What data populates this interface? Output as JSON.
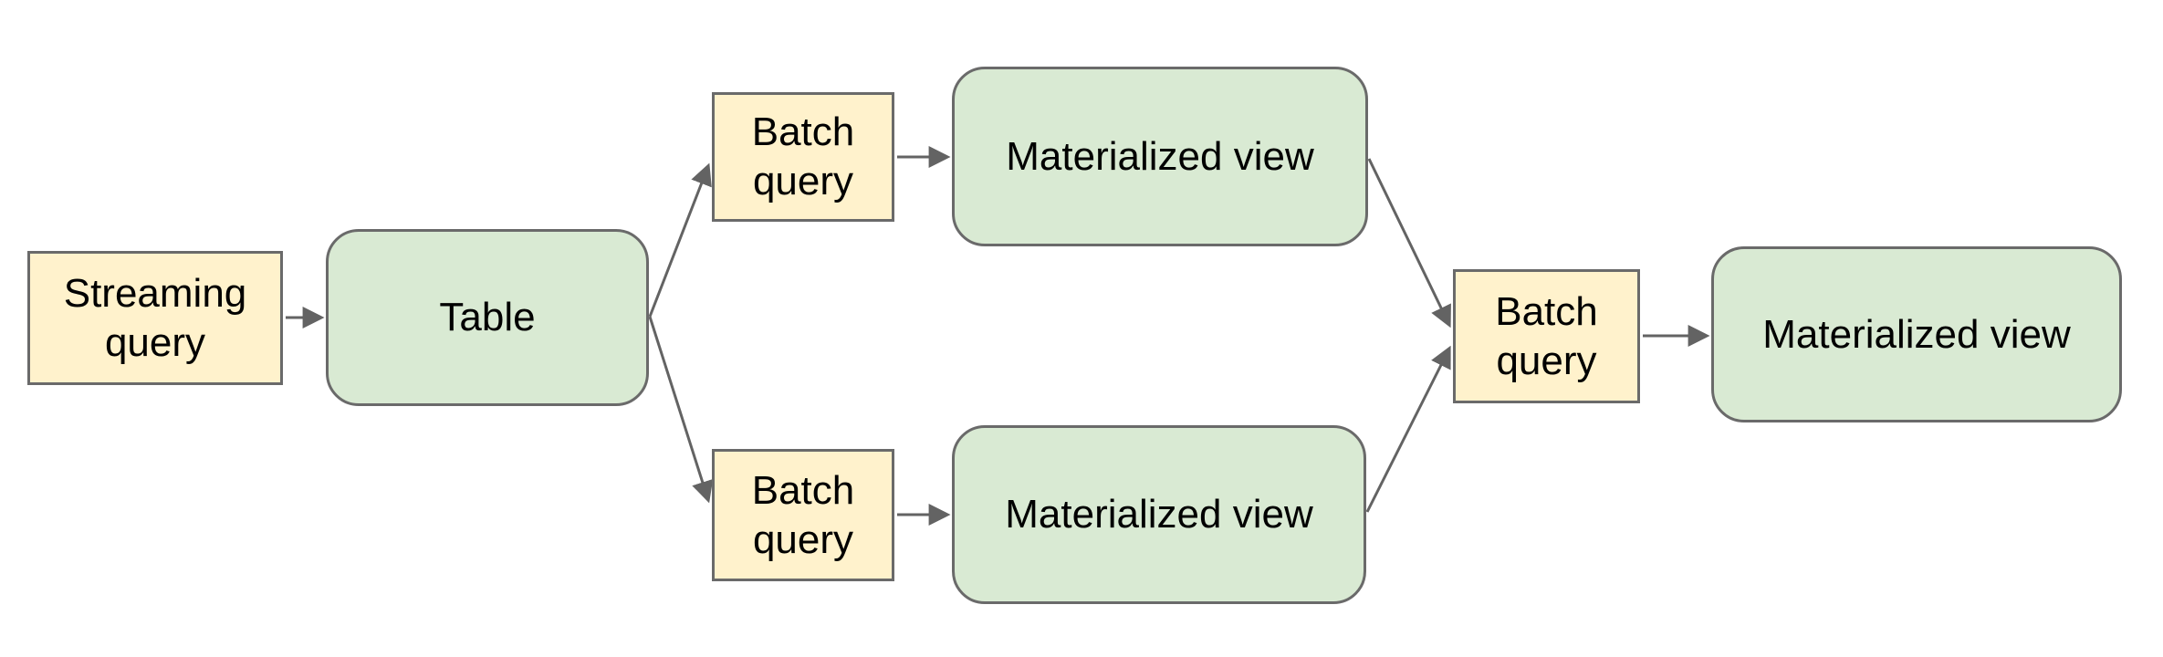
{
  "diagram": {
    "background_color": "#ffffff",
    "colors": {
      "query_node_fill": "#fff2cc",
      "query_node_border": "#6a6a6a",
      "view_node_fill": "#d9ead3",
      "view_node_border": "#6a6a6a",
      "connector": "#636363",
      "text": "#000000"
    },
    "nodes": [
      {
        "id": "streaming-query",
        "label": "Streaming query",
        "shape": "rectangle",
        "fill": "#fff2cc"
      },
      {
        "id": "table",
        "label": "Table",
        "shape": "rounded-rectangle",
        "fill": "#d9ead3"
      },
      {
        "id": "batch-query-top",
        "label": "Batch query",
        "shape": "rectangle",
        "fill": "#fff2cc"
      },
      {
        "id": "materialized-view-top",
        "label": "Materialized view",
        "shape": "rounded-rectangle",
        "fill": "#d9ead3"
      },
      {
        "id": "batch-query-bottom",
        "label": "Batch query",
        "shape": "rectangle",
        "fill": "#fff2cc"
      },
      {
        "id": "materialized-view-bottom",
        "label": "Materialized view",
        "shape": "rounded-rectangle",
        "fill": "#d9ead3"
      },
      {
        "id": "batch-query-right",
        "label": "Batch query",
        "shape": "rectangle",
        "fill": "#fff2cc"
      },
      {
        "id": "materialized-view-right",
        "label": "Materialized view",
        "shape": "rounded-rectangle",
        "fill": "#d9ead3"
      }
    ],
    "edges": [
      {
        "from": "streaming-query",
        "to": "table"
      },
      {
        "from": "table",
        "to": "batch-query-top"
      },
      {
        "from": "table",
        "to": "batch-query-bottom"
      },
      {
        "from": "batch-query-top",
        "to": "materialized-view-top"
      },
      {
        "from": "batch-query-bottom",
        "to": "materialized-view-bottom"
      },
      {
        "from": "materialized-view-top",
        "to": "batch-query-right"
      },
      {
        "from": "materialized-view-bottom",
        "to": "batch-query-right"
      },
      {
        "from": "batch-query-right",
        "to": "materialized-view-right"
      }
    ]
  }
}
